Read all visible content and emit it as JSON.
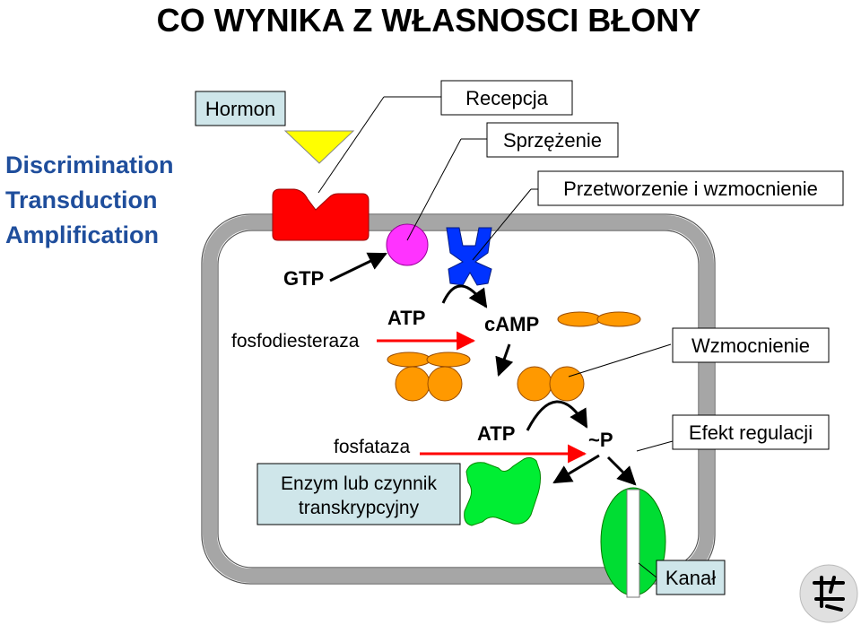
{
  "title": "CO WYNIKA Z WŁASNOSCI BŁONY",
  "side_terms": [
    "Discrimination",
    "Transduction",
    "Amplification"
  ],
  "labels": {
    "hormon": "Hormon",
    "recepcja": "Recepcja",
    "sprzezenie": "Sprzężenie",
    "przetworzenie": "Przetworzenie i wzmocnienie",
    "gtp": "GTP",
    "fosfodiesteraza": "fosfodiesteraza",
    "atp_top": "ATP",
    "camp": "cAMP",
    "wzmocnienie": "Wzmocnienie",
    "fosfataza": "fosfataza",
    "atp_bottom": "ATP",
    "p": "~P",
    "efekt": "Efekt regulacji",
    "enzym_line1": "Enzym lub czynnik",
    "enzym_line2": "transkrypcyjny",
    "kanal": "Kanał"
  },
  "colors": {
    "title": "#000000",
    "side_terms": "#1f4e9c",
    "label_box_fill": "#cfe6ea",
    "membrane": "#a6a6a6",
    "hormone": "#ffff00",
    "receptor": "#ff0000",
    "g_protein": "#ff00ff",
    "adenylyl_cyclase": "#0033ff",
    "pka_subunit": "#ff9900",
    "enzyme": "#00ff00",
    "arrow_red": "#ff0000"
  },
  "icons": [
    "hormone-triangle",
    "receptor-shape",
    "g-protein-circle",
    "adenylyl-cyclase-shape",
    "protein-kinase-ellipses",
    "target-enzyme-shape",
    "ion-channel-shape",
    "logo-glyph"
  ]
}
